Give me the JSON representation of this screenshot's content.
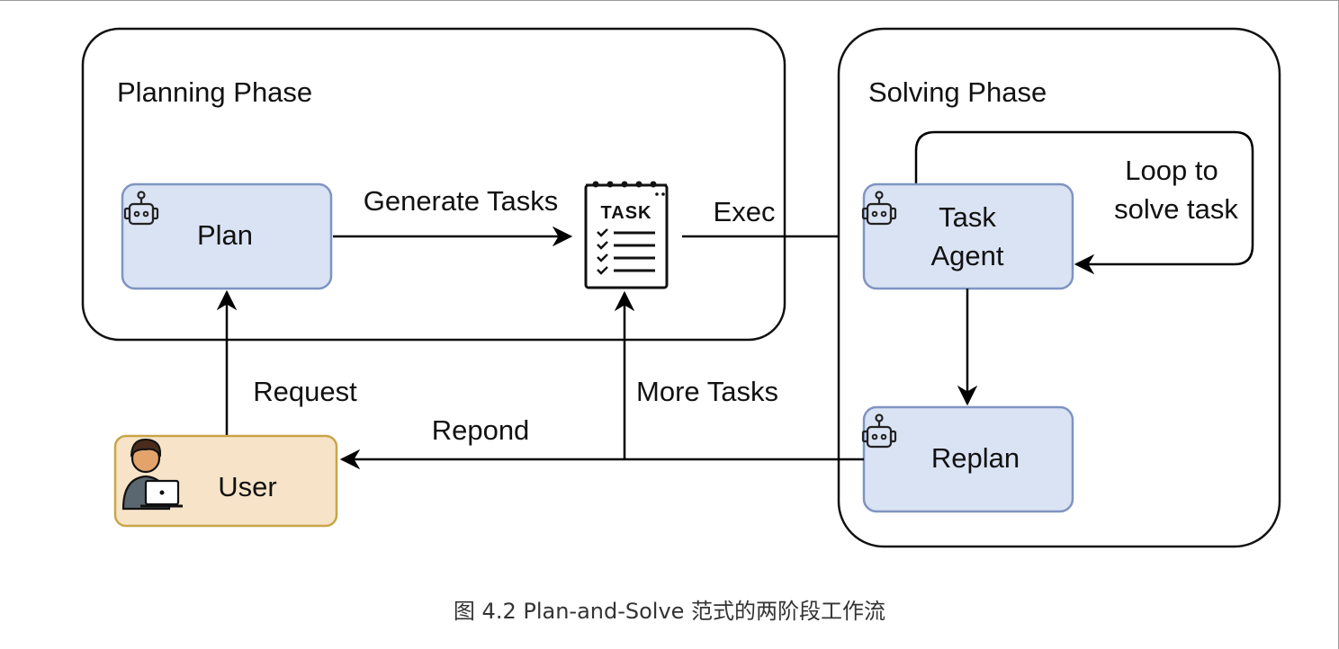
{
  "diagram": {
    "planning_phase": {
      "title": "Planning Phase"
    },
    "solving_phase": {
      "title": "Solving Phase"
    },
    "nodes": {
      "plan": {
        "label": "Plan"
      },
      "task_list": {
        "label": "TASK"
      },
      "task_agent": {
        "line1": "Task",
        "line2": "Agent"
      },
      "replan": {
        "label": "Replan"
      },
      "user": {
        "label": "User"
      }
    },
    "edges": {
      "generate_tasks": "Generate Tasks",
      "exec": "Exec",
      "loop_line1": "Loop to",
      "loop_line2": "solve task",
      "request": "Request",
      "more_tasks": "More Tasks",
      "respond": "Repond"
    }
  },
  "caption": "图 4.2 Plan-and-Solve 范式的两阶段工作流",
  "colors": {
    "agent_fill": "#dae3f3",
    "agent_stroke": "#7f94c2",
    "user_fill": "#f7e4c8",
    "user_stroke": "#c9a548"
  },
  "icons": [
    "robot-icon",
    "task-checklist-icon",
    "user-laptop-icon"
  ]
}
